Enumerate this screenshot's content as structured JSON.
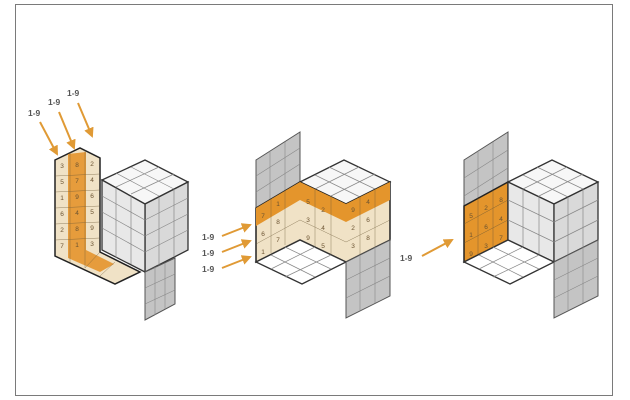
{
  "colors": {
    "accent": "#e4952c",
    "arrow": "#e09a35",
    "edge": "#333333",
    "grid_line": "#888888",
    "side_face": "#d9d9d9",
    "top_face": "#f7f7f7",
    "flat_panel": "#bfbfbf",
    "cell_tan": "#f0e2c6"
  },
  "figures": [
    {
      "name": "l-shaped-slab",
      "range_labels": [
        "1-9",
        "1-9",
        "1-9"
      ],
      "arrow_direction": "down"
    },
    {
      "name": "z-shaped-slab",
      "range_labels": [
        "1-9",
        "1-9",
        "1-9"
      ],
      "arrow_direction": "right"
    },
    {
      "name": "single-face",
      "range_labels": [
        "1-9"
      ],
      "arrow_direction": "right"
    }
  ],
  "l_shape_digits": [
    "3",
    "8",
    "2",
    "5",
    "7",
    "4",
    "1",
    "9",
    "6",
    "6",
    "4",
    "5",
    "2",
    "8",
    "9",
    "7",
    "1",
    "3"
  ],
  "z_shape_digits": [
    "7",
    "1",
    "5",
    "2",
    "9",
    "4",
    "6",
    "8",
    "3",
    "4",
    "2",
    "6",
    "1",
    "7",
    "9",
    "5",
    "3",
    "8"
  ],
  "face_digits": [
    "5",
    "2",
    "8",
    "1",
    "6",
    "4",
    "9",
    "3",
    "7"
  ]
}
